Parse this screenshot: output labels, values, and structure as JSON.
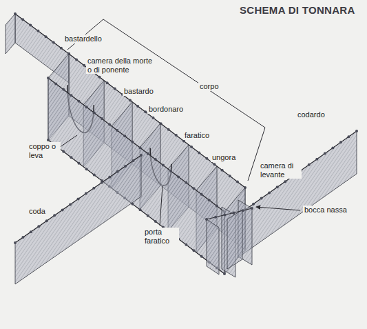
{
  "diagram": {
    "title": "SCHEMA DI TONNARA",
    "labels": [
      "bastardello",
      "camera della morte o di ponente",
      "corpo",
      "bastardo",
      "bordonaro",
      "faratico",
      "ungora",
      "camera di levante",
      "codardo",
      "coppo o leva",
      "bocca nassa",
      "coda",
      "porta faratico"
    ]
  }
}
